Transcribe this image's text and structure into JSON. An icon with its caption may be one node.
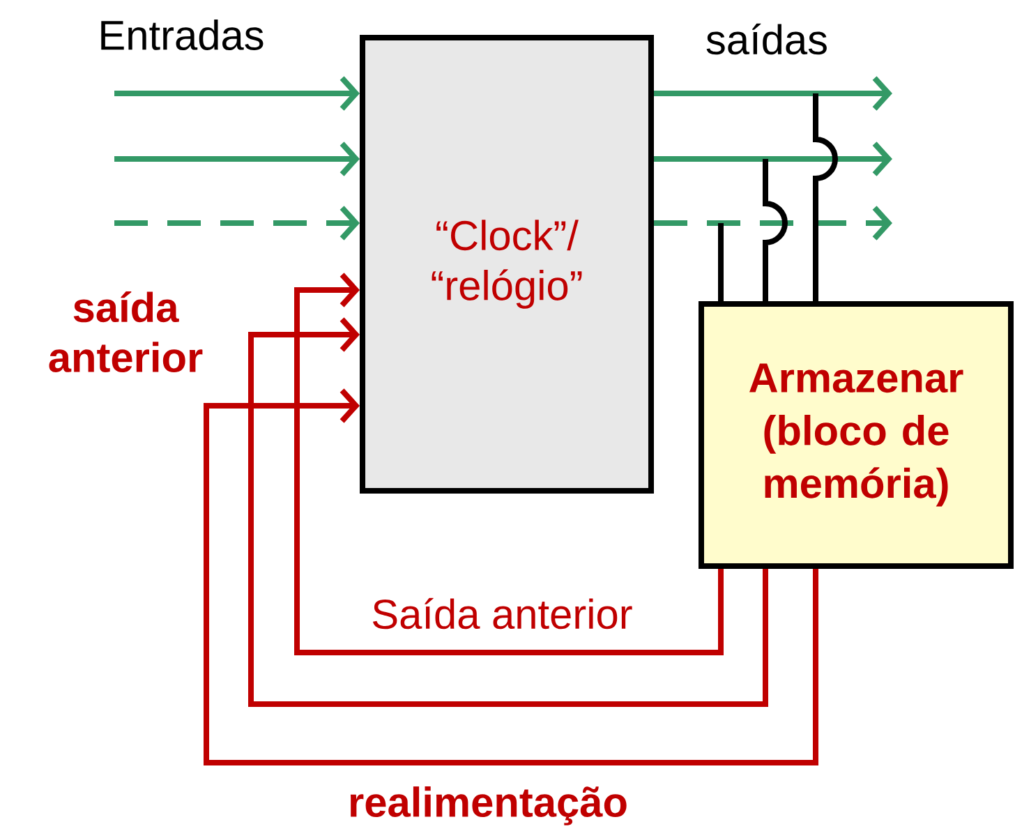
{
  "diagram": {
    "nodes": [
      {
        "text": [
          "“Clock”/ “relógio”"
        ]
      },
      {
        "text": [
          "Armazenar (bloco de memória)"
        ]
      }
    ],
    "edges": [
      {
        "from": null,
        "to": 0,
        "arrow": "to"
      },
      {
        "from": null,
        "to": 0,
        "arrow": "to"
      },
      {
        "from": null,
        "to": 0,
        "arrow": "to",
        "style": "dashed"
      },
      {
        "from": 0,
        "to": null,
        "arrow": "to"
      },
      {
        "from": 0,
        "to": null,
        "arrow": "to"
      },
      {
        "from": 0,
        "to": null,
        "arrow": "to",
        "style": "dashed"
      },
      {
        "from": null,
        "to": 1,
        "arrow": "none",
        "color": "#000000"
      },
      {
        "from": null,
        "to": 1,
        "arrow": "none",
        "color": "#000000"
      },
      {
        "from": null,
        "to": 1,
        "arrow": "none",
        "color": "#000000"
      },
      {
        "from": 1,
        "to": 0,
        "arrow": "to",
        "color": "#c00000"
      },
      {
        "from": 1,
        "to": 0,
        "arrow": "to",
        "color": "#c00000"
      },
      {
        "from": 1,
        "to": 0,
        "arrow": "to",
        "color": "#c00000"
      }
    ],
    "labels": [
      "Entradas",
      "saídas",
      "saída anterior",
      "Saída anterior",
      "realimentação"
    ]
  }
}
